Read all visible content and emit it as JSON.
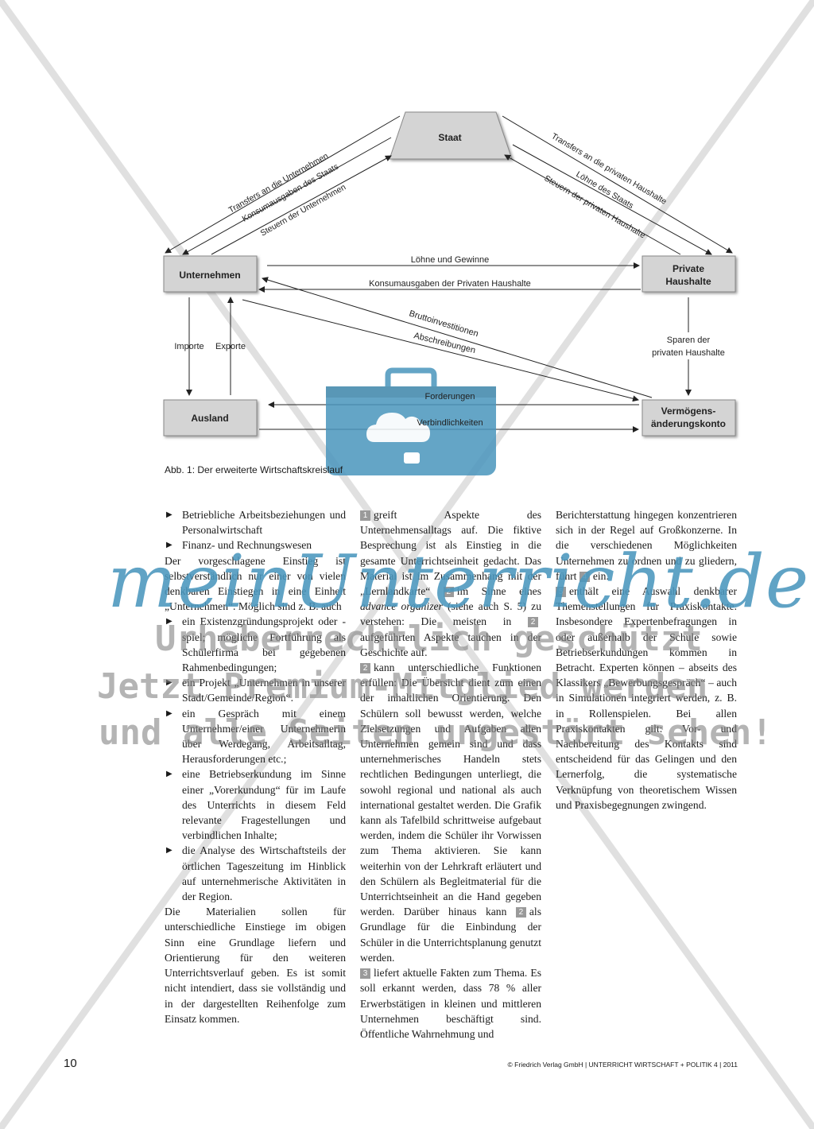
{
  "diagram": {
    "nodes": {
      "staat": "Staat",
      "unternehmen": "Unternehmen",
      "haushalte_line1": "Private",
      "haushalte_line2": "Haushalte",
      "ausland": "Ausland",
      "vermoegen_line1": "Vermögens-",
      "vermoegen_line2": "änderungskonto"
    },
    "flows": {
      "transfers_unternehmen": "Transfers an die Unternehmen",
      "konsum_staat": "Konsumausgaben des Staats",
      "steuern_unternehmen": "Steuern der Unternehmen",
      "transfers_haushalte": "Transfers an die privaten Haushalte",
      "loehne_staat": "Löhne des Staats",
      "steuern_haushalte": "Steuern der privaten Haushalte",
      "loehne_gewinne": "Löhne und Gewinne",
      "konsum_haushalte": "Konsumausgaben der Privaten Haushalte",
      "bruttoinvestitionen": "Bruttoinvestitionen",
      "abschreibungen": "Abschreibungen",
      "importe": "Importe",
      "exporte": "Exporte",
      "sparen_line1": "Sparen der",
      "sparen_line2": "privaten Haushalte",
      "forderungen": "Forderungen",
      "verbindlichkeiten": "Verbindlichkeiten"
    },
    "caption": "Abb. 1: Der erweiterte Wirtschaftskreislauf"
  },
  "col1": {
    "b1": "Betriebliche Arbeitsbeziehungen und Personalwirtschaft",
    "b2": "Finanz- und Rechnungswesen",
    "p1": "Der vorgeschlagene Einstieg ist selbstverständlich nur einer von vielen denkbaren Einstiegen in eine Einheit „Unternehmen“. Möglich sind z. B. auch",
    "b3": "ein Existenzgründungsprojekt oder -spiel; mögliche Fortführung als Schülerfirma bei gegebenen Rahmenbedingungen;",
    "b4": "ein Projekt „Unternehmen in unserer Stadt/Gemeinde/Region“.",
    "b5": "ein Gespräch mit einem Unternehmer/einer Unternehmerin über Werdegang, Arbeitsalltag, Herausforderungen etc.;",
    "b6": "eine Betriebserkundung im Sinne einer „Vorerkundung“ für im Laufe des Unterrichts in diesem Feld relevante Fragestellungen und verbindlichen Inhalte;",
    "b7": "die Analyse des Wirtschaftsteils der örtlichen Tageszeitung im Hinblick auf unternehmerische Aktivitäten in der Region.",
    "p2": "Die Materialien sollen für unterschiedliche Einstiege im obigen Sinn eine Grundlage liefern und Orientierung für den weiteren Unterrichtsverlauf geben. Es ist somit nicht intendiert, dass sie vollständig und in der dargestellten Reihenfolge zum Einsatz kommen."
  },
  "col2": {
    "n1": "1",
    "p1": "greift Aspekte des Unternehmensalltags auf. Die fiktive Besprechung ist als Einstieg in die gesamte Unterrichtseinheit gedacht. Das Material ist im Zusammenhang mit der „Lernlandkarte“",
    "n1b": "2",
    "p1b_a": "im Sinne eines",
    "p1b_em": "advance organizer",
    "p1b_b": "(siehe auch S. 5) zu verstehen: Die meisten in",
    "n1c": "2",
    "p1c": "aufgeführten Aspekte tauchen in der Geschichte auf.",
    "n2": "2",
    "p2": "kann unterschiedliche Funktionen erfüllen: Die Übersicht dient zum einen der inhaltlichen Orientierung. Den Schülern soll bewusst werden, welche Zielsetzungen und Aufgaben allen Unternehmen gemein sind und dass unternehmerisches Handeln stets rechtlichen Bedingungen unterliegt, die sowohl regional und national als auch international gestaltet werden. Die Grafik kann als Tafelbild schrittweise aufgebaut werden, indem die Schüler ihr Vorwissen zum Thema aktivieren. Sie kann weiterhin von der Lehrkraft erläutert und den Schülern als Begleitmaterial für die Unterrichtseinheit an die Hand gegeben werden. Darüber hinaus kann",
    "n2b": "2",
    "p2b": "als Grundlage für die Einbindung der Schüler in die Unterrichtsplanung genutzt werden.",
    "n3": "3",
    "p3": "liefert aktuelle Fakten zum Thema. Es soll erkannt werden, dass 78 % aller Erwerbstätigen in kleinen und mittleren Unternehmen beschäftigt sind. Öffentliche Wahrnehmung und"
  },
  "col3": {
    "p1a": "Berichterstattung hingegen konzentrieren sich in der Regel auf Großkonzerne. In die verschiedenen Möglichkeiten Unternehmen zu ordnen und zu gliedern, führt",
    "n4": "4",
    "p1b": "ein.",
    "n5": "5",
    "p2": "enthält eine Auswahl denkbarer Themenstellungen für Praxiskontakte. Insbesondere Expertenbefragungen in oder außerhalb der Schule sowie Betriebserkundungen kommen in Betracht. Experten können – abseits des Klassikers „Bewerbungsgespräch“ – auch in Simulationen integriert werden, z. B. in Rollenspielen. Bei allen Praxiskontakten gilt: Vor- und Nachbereitung des Kontakts sind entscheidend für das Gelingen und den Lernerfolg, die systematische Verknüpfung von theoretischem Wissen und Praxisbegegnungen zwingend."
  },
  "footer": {
    "page": "10",
    "copyright": "© Friedrich Verlag GmbH | UNTERRICHT WIRTSCHAFT + POLITIK  4 | 2011"
  },
  "watermark": {
    "logo": "meinUnterricht.de",
    "line1": "Urheberrechtlich geschützt",
    "line2": "Jetzt Premium-Mitglied werden",
    "line3": "und alle Seiten ungestört sehen!"
  }
}
